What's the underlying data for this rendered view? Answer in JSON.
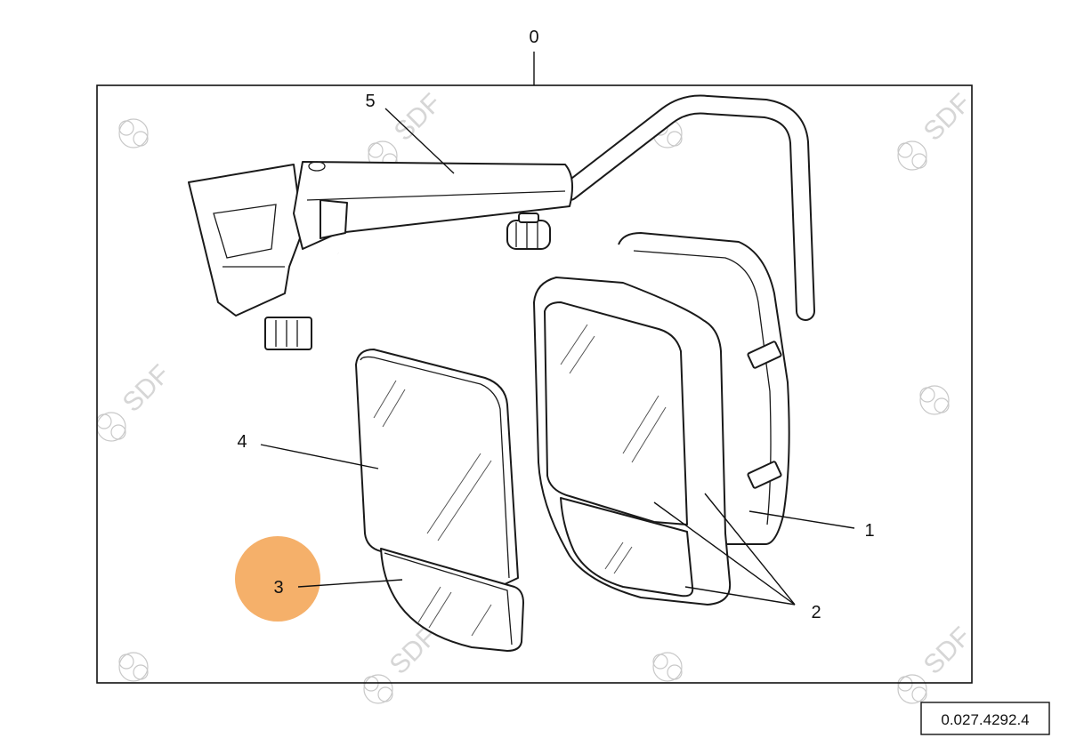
{
  "diagram": {
    "callouts": {
      "c0": "0",
      "c1": "1",
      "c2": "2",
      "c3": "3",
      "c4": "4",
      "c5": "5"
    },
    "watermark_text": "SDF",
    "reference_number": "0.027.4292.4",
    "highlight_color": "#f5b06a",
    "line_color": "#1a1a1a"
  }
}
